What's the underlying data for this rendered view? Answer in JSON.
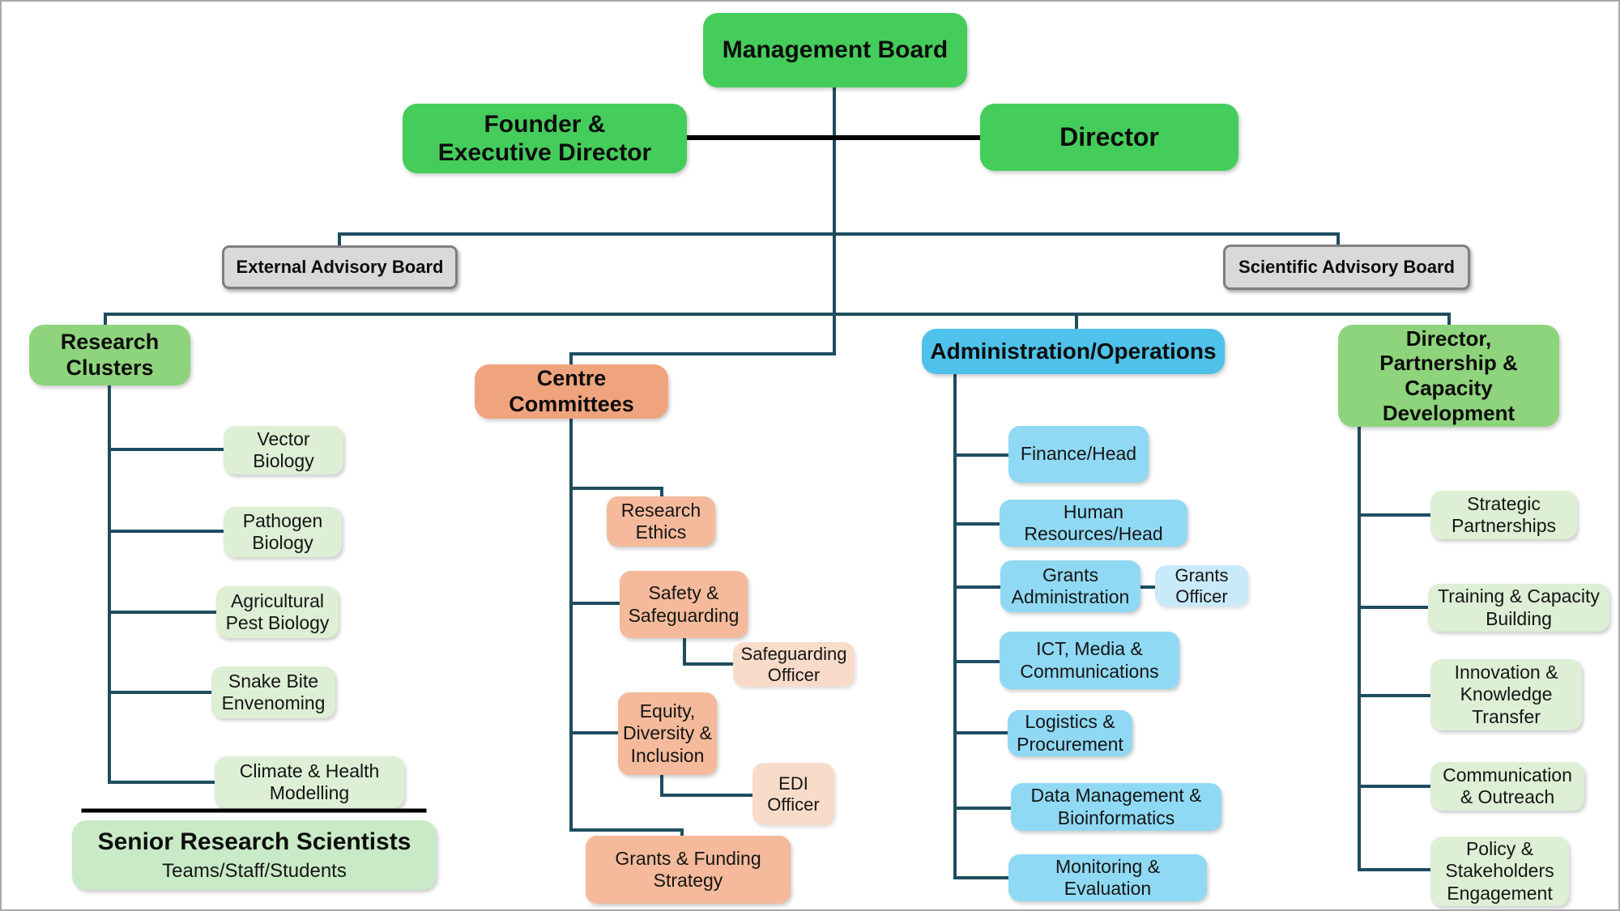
{
  "colors": {
    "green_bright": "#45cd5b",
    "green_medium": "#8ed47c",
    "green_light": "#ddefd5",
    "green_senior": "#c9eac6",
    "blue_main": "#4ec2ea",
    "blue_light": "#90d9f4",
    "blue_pale": "#c9eaf9",
    "orange_main": "#efa47e",
    "orange_light": "#f4ba9b",
    "orange_pale": "#f8dcc9",
    "gray_fill": "#d9d9d9",
    "gray_border": "#7f7f7f",
    "connector": "#1e4d5f",
    "connector_black": "#000000"
  },
  "org": {
    "root": "Management Board",
    "executives": {
      "founder": "Founder &\nExecutive Director",
      "director": "Director"
    },
    "advisory": {
      "external": "External Advisory Board",
      "scientific": "Scientific Advisory Board"
    },
    "research_clusters": {
      "title": "Research\nClusters",
      "children": [
        "Vector\nBiology",
        "Pathogen\nBiology",
        "Agricultural\nPest Biology",
        "Snake Bite\nEnvenoming",
        "Climate & Health\nModelling"
      ],
      "senior": {
        "title": "Senior Research Scientists",
        "subtitle": "Teams/Staff/Students"
      }
    },
    "centre_committees": {
      "title": "Centre\nCommittees",
      "children": [
        "Research\nEthics",
        "Safety &\nSafeguarding",
        "Equity,\nDiversity &\nInclusion",
        "Grants & Funding\nStrategy"
      ],
      "officers": [
        "Safeguarding\nOfficer",
        "EDI\nOfficer"
      ]
    },
    "administration": {
      "title": "Administration/Operations",
      "children": [
        "Finance/Head",
        "Human\nResources/Head",
        "Grants\nAdministration",
        "ICT, Media &\nCommunications",
        "Logistics &\nProcurement",
        "Data Management &\nBioinformatics",
        "Monitoring &\nEvaluation"
      ],
      "officer": "Grants\nOfficer"
    },
    "partnership": {
      "title": "Director,\nPartnership &\nCapacity\nDevelopment",
      "children": [
        "Strategic\nPartnerships",
        "Training & Capacity\nBuilding",
        "Innovation &\nKnowledge\nTransfer",
        "Communication\n& Outreach",
        "Policy &\nStakeholders\nEngagement"
      ]
    }
  }
}
